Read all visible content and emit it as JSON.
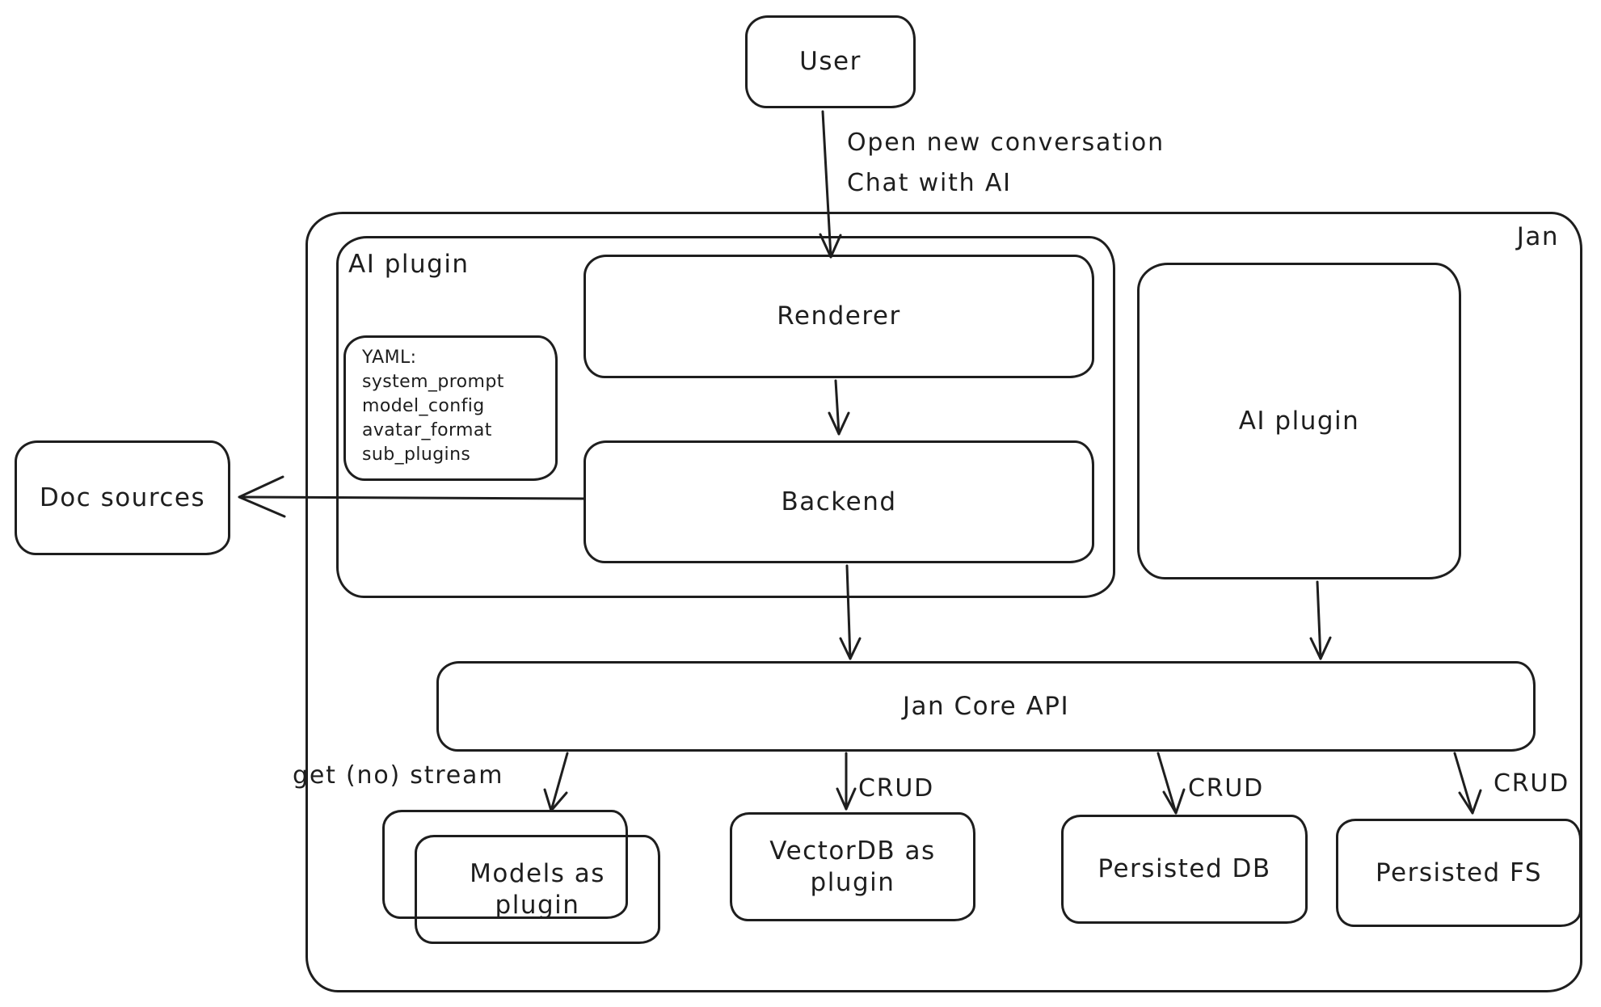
{
  "colors": {
    "stroke": "#1e1e1e",
    "background": "#ffffff"
  },
  "nodes": {
    "user": "User",
    "jan": "Jan",
    "ai_plugin_group": "AI plugin",
    "renderer": "Renderer",
    "backend": "Backend",
    "ai_plugin": "AI plugin",
    "doc_sources": "Doc sources",
    "jan_core_api": "Jan Core API",
    "models_as_plugin": "Models as plugin",
    "vectordb_as_plugin": "VectorDB as plugin",
    "persisted_db": "Persisted DB",
    "persisted_fs": "Persisted FS"
  },
  "yaml_note": {
    "lines": [
      "YAML:",
      "system_prompt",
      "model_config",
      "avatar_format",
      "sub_plugins"
    ]
  },
  "edge_labels": {
    "user_flow_line1": "Open new conversation",
    "user_flow_line2": "Chat with AI",
    "get_no_stream": "get (no) stream",
    "crud_vectordb": "CRUD",
    "crud_db": "CRUD",
    "crud_fs": "CRUD"
  }
}
